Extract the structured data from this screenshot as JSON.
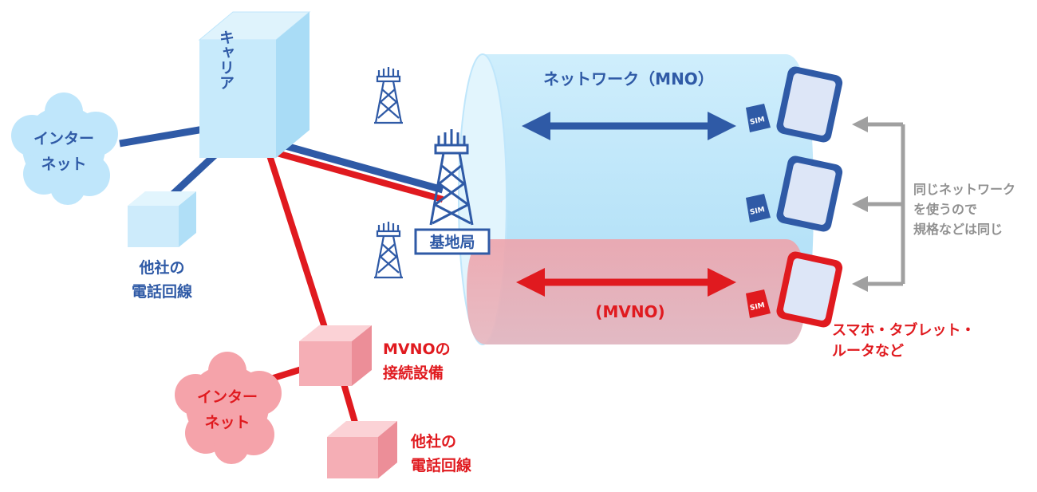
{
  "colors": {
    "blue": "#2f5aa6",
    "blue_light": "#bfe6fb",
    "red": "#e01a1f",
    "red_light": "#f7b6bb",
    "gray": "#a0a0a0",
    "white": "#ffffff"
  },
  "carrier": {
    "label": "キャリア"
  },
  "internet_blue": {
    "line1": "インター",
    "line2": "ネット"
  },
  "internet_red": {
    "line1": "インター",
    "line2": "ネット"
  },
  "other_phone_blue": {
    "line1": "他社の",
    "line2": "電話回線"
  },
  "other_phone_red": {
    "line1": "他社の",
    "line2": "電話回線"
  },
  "mvno_equipment": {
    "line1": "MVNOの",
    "line2": "接続設備"
  },
  "base_station": {
    "label": "基地局"
  },
  "network_mno": {
    "label": "ネットワーク（MNO）"
  },
  "network_mvno": {
    "label": "(MVNO)"
  },
  "sim": {
    "label": "SIM"
  },
  "same_network_note": {
    "line1": "同じネットワーク",
    "line2": "を使うので",
    "line3": "規格などは同じ"
  },
  "devices_note": {
    "line1": "スマホ・タブレット・",
    "line2": "ルータなど"
  },
  "icons": [
    "antenna-tower-icon",
    "smartphone-icon",
    "sim-card-icon",
    "cloud-icon",
    "cube-icon"
  ]
}
